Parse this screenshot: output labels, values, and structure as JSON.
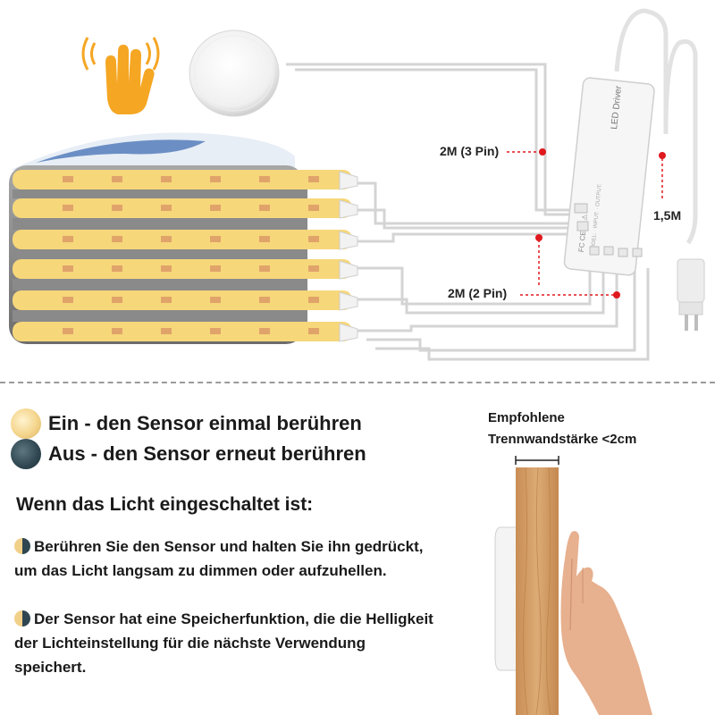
{
  "labels": {
    "cable_3pin": "2M (3 Pin)",
    "cable_2pin": "2M (2 Pin)",
    "power_cable": "1,5M",
    "driver_title": "LED Driver"
  },
  "modes": {
    "on": "Ein - den Sensor einmal berühren",
    "off": "Aus - den Sensor erneut berühren"
  },
  "instructions": {
    "heading": "Wenn das Licht eingeschaltet ist:",
    "items": [
      "Berühren Sie den Sensor und halten Sie ihn gedrückt, um das Licht langsam zu dimmen oder aufzuhellen.",
      "Der Sensor hat eine Speicherfunktion, die die Helligkeit der Lichteinstellung für die nächste Verwendung speichert."
    ]
  },
  "recommendation": {
    "line1": "Empfohlene",
    "line2": "Trennwandstärke <2cm"
  },
  "colors": {
    "strip_yellow": "#f6d77a",
    "led_chip": "#e0a36a",
    "hand_orange": "#f5a623",
    "marker_red": "#e0191f",
    "wood": "#d7a26b",
    "moon_light": "#f4d58c",
    "moon_dark": "#2f4650"
  },
  "icons": [
    "touch-hand-icon",
    "moon-light-icon",
    "moon-dark-icon",
    "half-moon-icon",
    "eu-plug-icon",
    "wood-panel-icon",
    "hand-icon"
  ]
}
